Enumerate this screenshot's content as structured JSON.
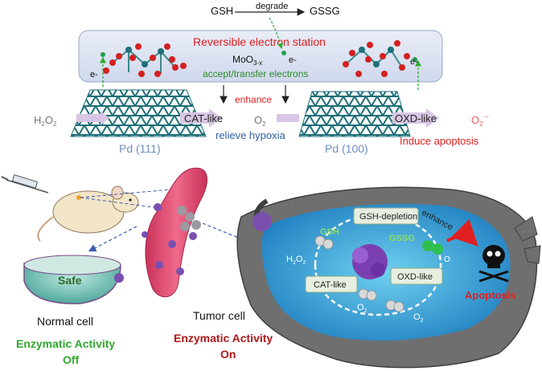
{
  "top": {
    "gsh": "GSH",
    "degrade": "degrade",
    "gssg": "GSSG",
    "station_title": "Reversible electron station",
    "moo3_base": "MoO",
    "moo3_sub": "3-x",
    "electron": "e-",
    "accept": "accept/transfer electrons",
    "enhance": "enhance",
    "h2o2": "H",
    "h2o2_sub1": "2",
    "h2o2_mid": "O",
    "h2o2_sub2": "2",
    "cat_like": "CAT-like",
    "o2": "O",
    "o2_sub": "2",
    "oxd_like": "OXD-like",
    "superoxide": "O",
    "superoxide_sub": "2",
    "superoxide_sup": "·−",
    "relieve": "relieve hypoxia",
    "induce": "Induce apoptosis",
    "pd111": "Pd (111)",
    "pd100": "Pd (100)"
  },
  "bottom": {
    "safe": "Safe",
    "normal_cell": "Normal cell",
    "enz_off_1": "Enzymatic Activity",
    "enz_off_2": "Off",
    "tumor_cell": "Tumor cell",
    "enz_on_1": "Enzymatic Activity",
    "enz_on_2": "On",
    "gsh_depletion": "GSH-depletion",
    "enhance": "enhance",
    "gsh": "GSH",
    "gssg": "GSSG",
    "h2o2": "H",
    "h2o2_sub1": "2",
    "h2o2_mid": "O",
    "h2o2_sub2": "2",
    "o2_label": "O",
    "o2_sub": "2",
    "cat_like": "CAT-like",
    "oxd_like": "OXD-like",
    "apoptosis": "Apoptosis"
  },
  "colors": {
    "red": "#e02020",
    "green": "#2fa82f",
    "blue": "#2f5f9f",
    "dark_red": "#b01818",
    "lattice": "#1f6f78"
  }
}
